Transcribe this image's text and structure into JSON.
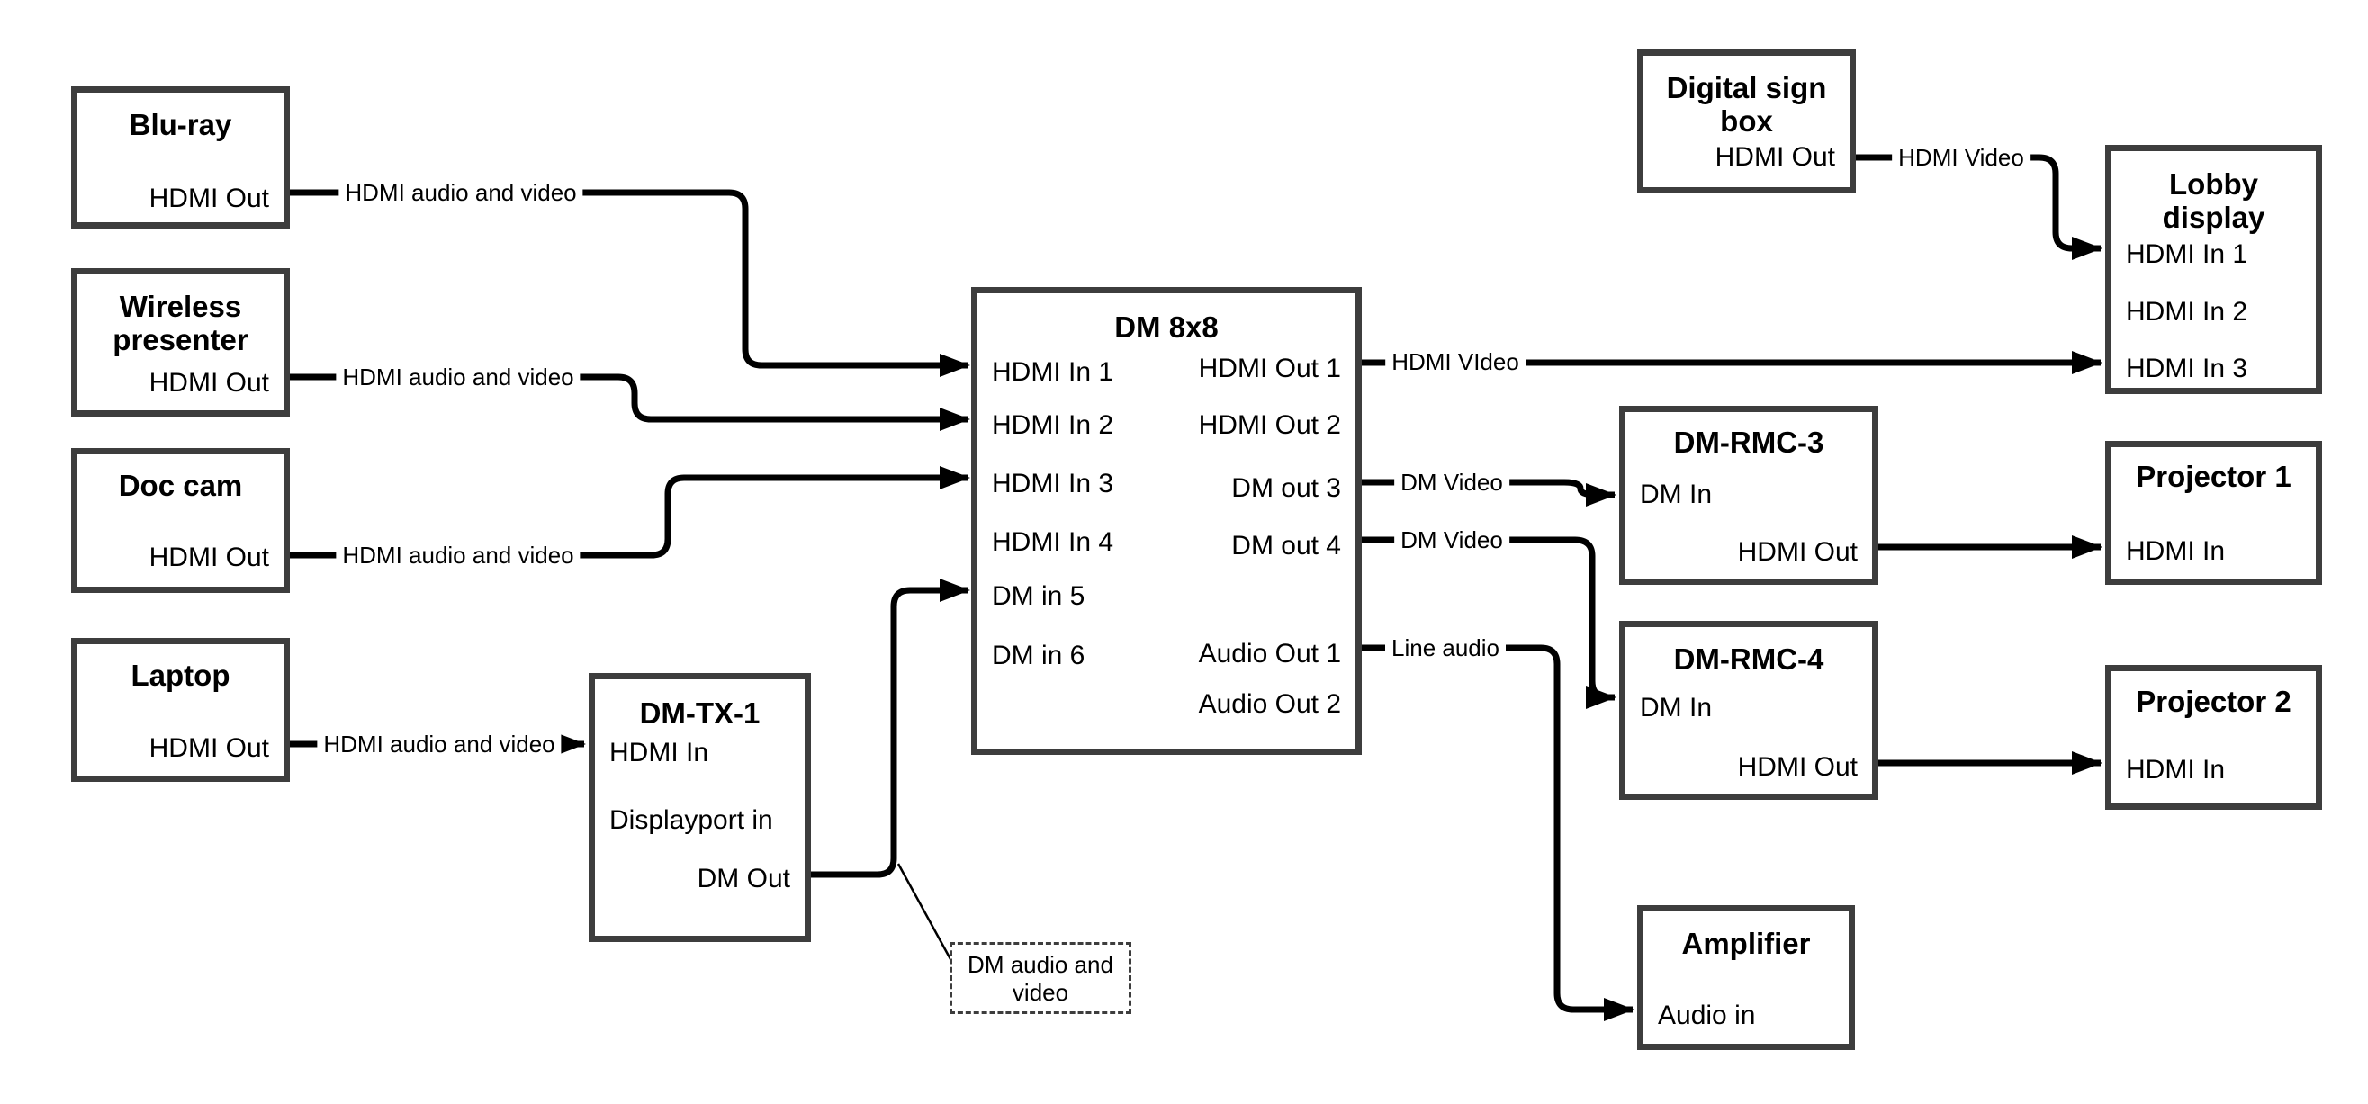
{
  "colors": {
    "background": "#ffffff",
    "box_border": "#3d3d3d",
    "wire": "#000000",
    "text": "#000000"
  },
  "devices": {
    "bluray": {
      "title": "Blu-ray",
      "port_out": "HDMI Out"
    },
    "wireless_presenter": {
      "title": "Wireless presenter",
      "port_out": "HDMI Out"
    },
    "doc_cam": {
      "title": "Doc cam",
      "port_out": "HDMI Out"
    },
    "laptop": {
      "title": "Laptop",
      "port_out": "HDMI Out"
    },
    "dm_tx_1": {
      "title": "DM-TX-1",
      "port_hdmi_in": "HDMI In",
      "port_displayport_in": "Displayport in",
      "port_dm_out": "DM Out"
    },
    "dm_8x8": {
      "title": "DM 8x8",
      "inputs": [
        "HDMI In 1",
        "HDMI In 2",
        "HDMI In 3",
        "HDMI In 4",
        "DM in 5",
        "DM in 6"
      ],
      "outputs": [
        "HDMI Out 1",
        "HDMI Out 2",
        "DM out 3",
        "DM out 4",
        "Audio Out 1",
        "Audio Out 2"
      ]
    },
    "digital_sign_box": {
      "title": "Digital sign box",
      "port_out": "HDMI Out"
    },
    "lobby_display": {
      "title": "Lobby display",
      "inputs": [
        "HDMI In 1",
        "HDMI In 2",
        "HDMI In 3"
      ]
    },
    "dm_rmc_3": {
      "title": "DM-RMC-3",
      "port_in": "DM In",
      "port_out": "HDMI Out"
    },
    "dm_rmc_4": {
      "title": "DM-RMC-4",
      "port_in": "DM In",
      "port_out": "HDMI Out"
    },
    "projector_1": {
      "title": "Projector 1",
      "port_in": "HDMI In"
    },
    "projector_2": {
      "title": "Projector 2",
      "port_in": "HDMI In"
    },
    "amplifier": {
      "title": "Amplifier",
      "port_in": "Audio in"
    }
  },
  "wire_labels": {
    "bluray_to_dm8x8": "HDMI audio and video",
    "wireless_to_dm8x8": "HDMI audio and video",
    "doccam_to_dm8x8": "HDMI audio and video",
    "laptop_to_dmtx1": "HDMI audio and video",
    "hdmiout1_to_lobby": "HDMI VIdeo",
    "dmout3_to_rmc3": "DM Video",
    "dmout4_to_rmc4": "DM Video",
    "audioout1_to_amp": "Line audio",
    "digitalsign_to_lobby": "HDMI Video"
  },
  "annotation": {
    "text": "DM audio and video"
  }
}
